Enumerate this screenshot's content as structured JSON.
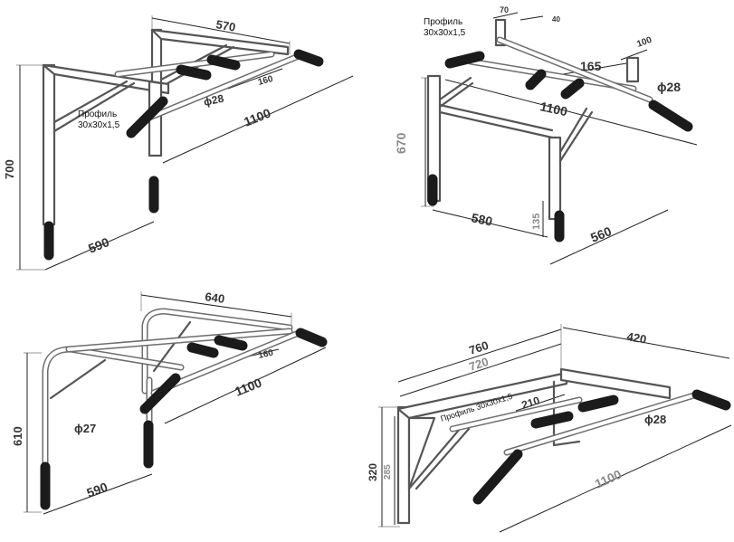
{
  "colors": {
    "frame_stroke": "#555555",
    "grip": "#1b1b1b",
    "dimension_text": "#333333",
    "dimension_text_light": "#8a8a8a"
  },
  "views": [
    {
      "dims": {
        "width": "570",
        "length": "1100",
        "height": "700",
        "depth": "590",
        "grip_spacing": "160",
        "diameter": "ϕ28"
      },
      "note": [
        "Профиль",
        "30х30х1,5"
      ]
    },
    {
      "dims": {
        "top_width": "70",
        "top_gap": "40",
        "plate": "100",
        "grip_spacing": "165",
        "length": "1100",
        "diameter": "ϕ28",
        "height": "670",
        "leg_depth": "580",
        "foot": "135",
        "width": "560"
      },
      "note": [
        "Профиль",
        "30х30х1,5"
      ]
    },
    {
      "dims": {
        "width": "640",
        "length": "1100",
        "height": "610",
        "depth": "590",
        "grip_spacing": "160",
        "diameter": "ϕ27"
      }
    },
    {
      "dims": {
        "outer": "760",
        "inner": "720",
        "depth": "420",
        "grip_spacing": "210",
        "diameter": "ϕ28",
        "length": "1100",
        "height_outer": "320",
        "height_inner": "285"
      },
      "note": [
        "Профиль 30х30х1,5"
      ]
    }
  ]
}
